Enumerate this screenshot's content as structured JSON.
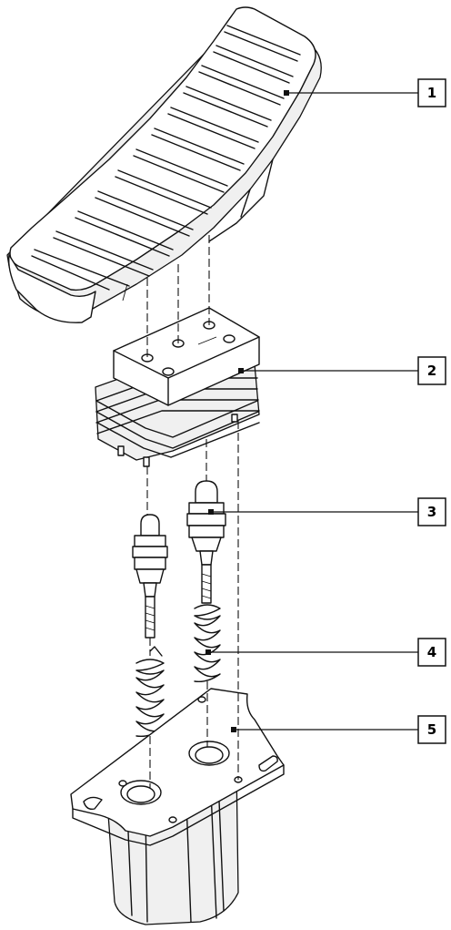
{
  "callouts": [
    {
      "label": "1",
      "part": "pedal"
    },
    {
      "label": "2",
      "part": "body"
    },
    {
      "label": "3",
      "part": "valve-plunger"
    },
    {
      "label": "4",
      "part": "spring"
    },
    {
      "label": "5",
      "part": "base-housing"
    }
  ]
}
